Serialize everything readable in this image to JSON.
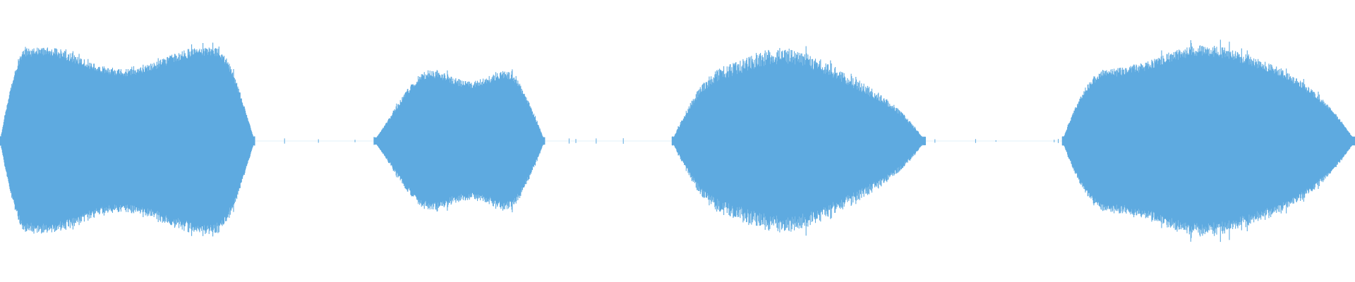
{
  "waveform": {
    "color": "#5eaae0",
    "background": "#ffffff",
    "segments": [
      {
        "name": "segment-1",
        "start": 0.0,
        "end": 0.188,
        "peak": 0.67,
        "attack": 0.1,
        "release": 0.15,
        "jitter": 0.1
      },
      {
        "name": "segment-2",
        "start": 0.276,
        "end": 0.402,
        "peak": 0.56,
        "attack": 0.42,
        "release": 0.28,
        "jitter": 0.12
      },
      {
        "name": "segment-3",
        "start": 0.496,
        "end": 0.683,
        "peak": 0.66,
        "attack": 0.2,
        "release": 0.4,
        "jitter": 0.18
      },
      {
        "name": "segment-4",
        "start": 0.784,
        "end": 1.0,
        "peak": 0.68,
        "attack": 0.16,
        "release": 0.3,
        "jitter": 0.12
      }
    ],
    "noise_ticks": [
      0.21,
      0.235,
      0.262,
      0.3,
      0.42,
      0.425,
      0.44,
      0.46,
      0.497,
      0.69,
      0.72,
      0.735,
      0.778,
      0.781
    ]
  }
}
